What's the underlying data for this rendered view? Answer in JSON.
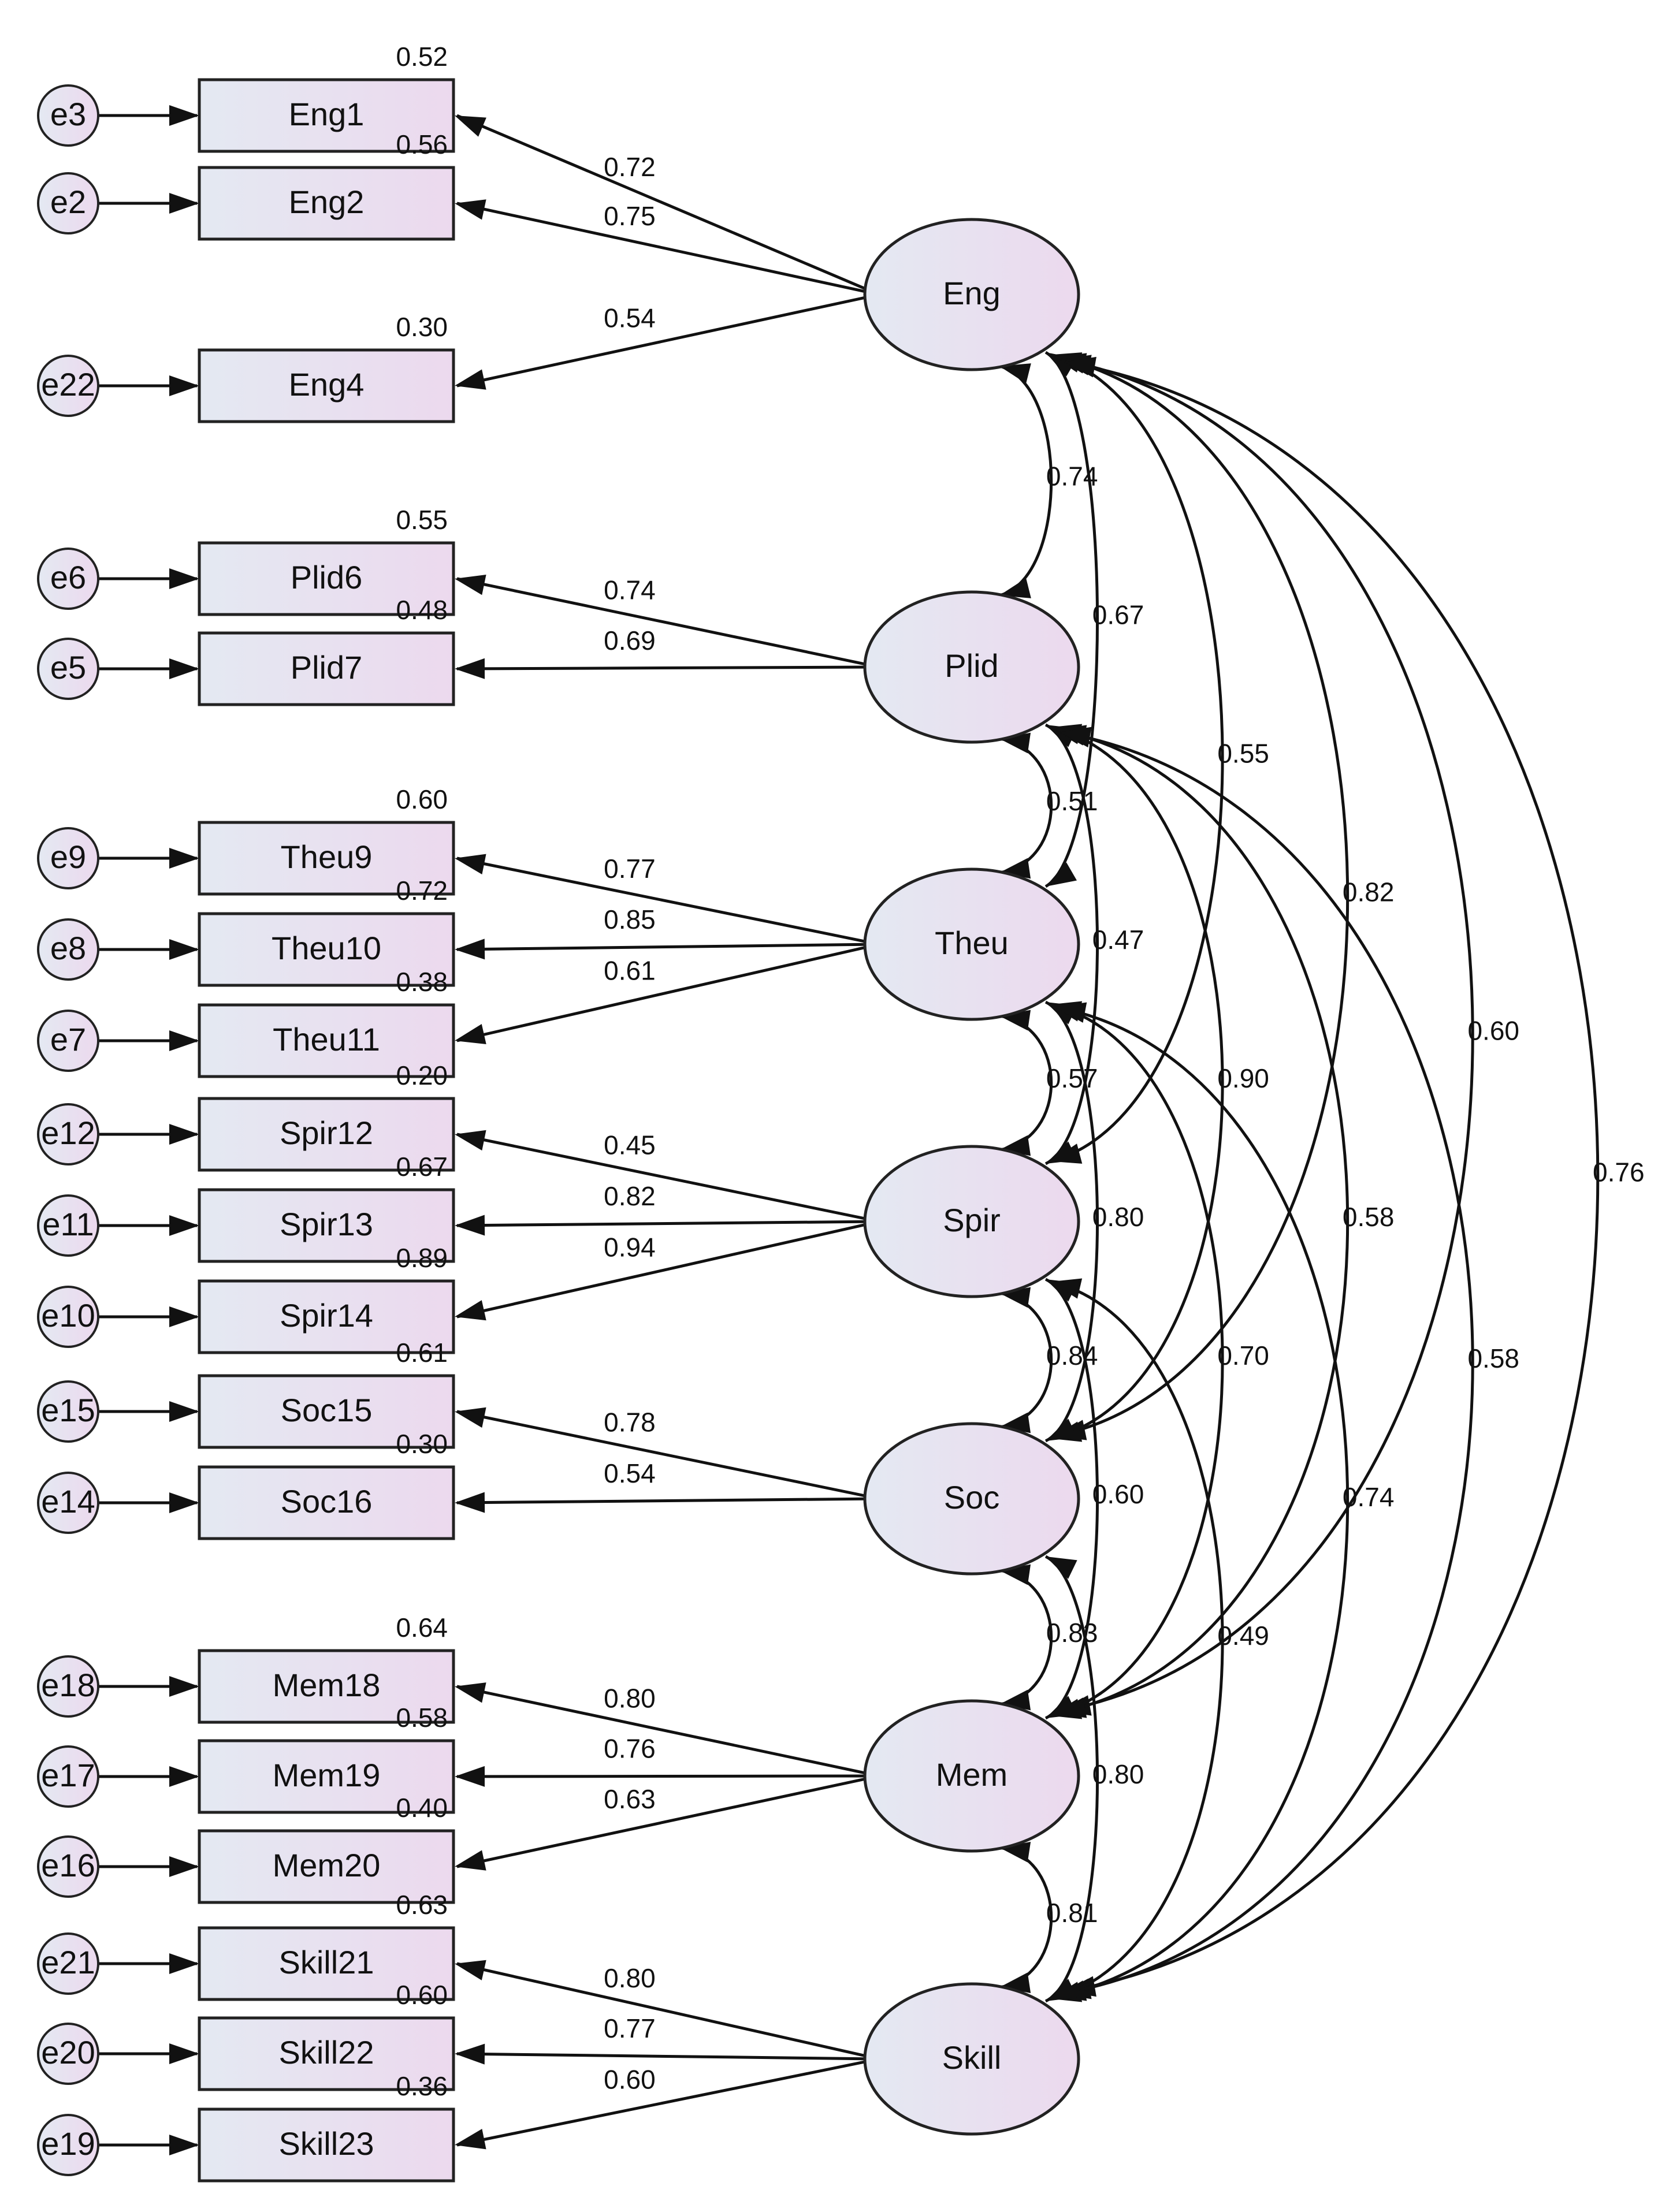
{
  "diagram": {
    "title": "",
    "colors": {
      "box_start": "#e4e9f2",
      "box_end": "#ecd9ee",
      "line": "#111111"
    },
    "factors": [
      {
        "name": "Eng",
        "items": [
          {
            "label": "Eng1",
            "error": "e3",
            "loading": "0.72",
            "r2": "0.52"
          },
          {
            "label": "Eng2",
            "error": "e2",
            "loading": "0.75",
            "r2": "0.56"
          },
          {
            "label": "Eng4",
            "error": "e22",
            "loading": "0.54",
            "r2": "0.30"
          }
        ]
      },
      {
        "name": "Plid",
        "items": [
          {
            "label": "Plid6",
            "error": "e6",
            "loading": "0.74",
            "r2": "0.55"
          },
          {
            "label": "Plid7",
            "error": "e5",
            "loading": "0.69",
            "r2": "0.48"
          }
        ]
      },
      {
        "name": "Theu",
        "items": [
          {
            "label": "Theu9",
            "error": "e9",
            "loading": "0.77",
            "r2": "0.60"
          },
          {
            "label": "Theu10",
            "error": "e8",
            "loading": "0.85",
            "r2": "0.72"
          },
          {
            "label": "Theu11",
            "error": "e7",
            "loading": "0.61",
            "r2": "0.38"
          }
        ]
      },
      {
        "name": "Spir",
        "items": [
          {
            "label": "Spir12",
            "error": "e12",
            "loading": "0.45",
            "r2": "0.20"
          },
          {
            "label": "Spir13",
            "error": "e11",
            "loading": "0.82",
            "r2": "0.67"
          },
          {
            "label": "Spir14",
            "error": "e10",
            "loading": "0.94",
            "r2": "0.89"
          }
        ]
      },
      {
        "name": "Soc",
        "items": [
          {
            "label": "Soc15",
            "error": "e15",
            "loading": "0.78",
            "r2": "0.61"
          },
          {
            "label": "Soc16",
            "error": "e14",
            "loading": "0.54",
            "r2": "0.30"
          }
        ]
      },
      {
        "name": "Mem",
        "items": [
          {
            "label": "Mem18",
            "error": "e18",
            "loading": "0.80",
            "r2": "0.64"
          },
          {
            "label": "Mem19",
            "error": "e17",
            "loading": "0.76",
            "r2": "0.58"
          },
          {
            "label": "Mem20",
            "error": "e16",
            "loading": "0.63",
            "r2": "0.40"
          }
        ]
      },
      {
        "name": "Skill",
        "items": [
          {
            "label": "Skill21",
            "error": "e21",
            "loading": "0.80",
            "r2": "0.63"
          },
          {
            "label": "Skill22",
            "error": "e20",
            "loading": "0.77",
            "r2": "0.60"
          },
          {
            "label": "Skill23",
            "error": "e19",
            "loading": "0.60",
            "r2": "0.36"
          }
        ]
      }
    ],
    "correlations": [
      {
        "a": "Eng",
        "b": "Plid",
        "value": "0.74"
      },
      {
        "a": "Eng",
        "b": "Theu",
        "value": "0.67"
      },
      {
        "a": "Eng",
        "b": "Spir",
        "value": "0.55"
      },
      {
        "a": "Eng",
        "b": "Soc",
        "value": "0.82"
      },
      {
        "a": "Eng",
        "b": "Mem",
        "value": "0.60"
      },
      {
        "a": "Eng",
        "b": "Skill",
        "value": "0.76"
      },
      {
        "a": "Plid",
        "b": "Theu",
        "value": "0.51"
      },
      {
        "a": "Plid",
        "b": "Spir",
        "value": "0.47"
      },
      {
        "a": "Plid",
        "b": "Soc",
        "value": "0.90"
      },
      {
        "a": "Plid",
        "b": "Mem",
        "value": "0.58"
      },
      {
        "a": "Plid",
        "b": "Skill",
        "value": "0.58"
      },
      {
        "a": "Theu",
        "b": "Spir",
        "value": "0.57"
      },
      {
        "a": "Theu",
        "b": "Soc",
        "value": "0.80"
      },
      {
        "a": "Theu",
        "b": "Mem",
        "value": "0.70"
      },
      {
        "a": "Theu",
        "b": "Skill",
        "value": "0.74"
      },
      {
        "a": "Spir",
        "b": "Soc",
        "value": "0.84"
      },
      {
        "a": "Spir",
        "b": "Mem",
        "value": "0.60"
      },
      {
        "a": "Spir",
        "b": "Skill",
        "value": "0.49"
      },
      {
        "a": "Soc",
        "b": "Mem",
        "value": "0.83"
      },
      {
        "a": "Soc",
        "b": "Skill",
        "value": "0.80"
      },
      {
        "a": "Mem",
        "b": "Skill",
        "value": "0.81"
      }
    ]
  }
}
